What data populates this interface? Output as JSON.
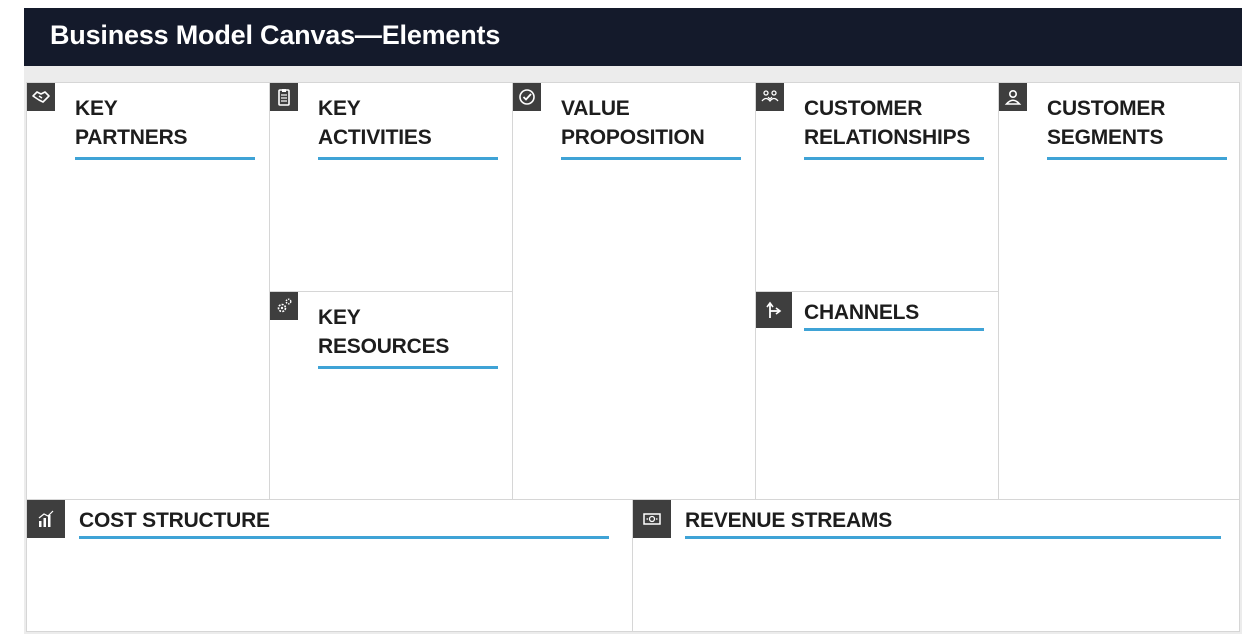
{
  "header": {
    "title": "Business Model Canvas—Elements"
  },
  "canvas": {
    "key_partners": {
      "line1": "KEY",
      "line2": "PARTNERS",
      "icon": "handshake-icon"
    },
    "key_activities": {
      "line1": "KEY",
      "line2": "ACTIVITIES",
      "icon": "clipboard-icon"
    },
    "key_resources": {
      "line1": "KEY",
      "line2": "RESOURCES",
      "icon": "gears-icon"
    },
    "value_proposition": {
      "line1": "VALUE",
      "line2": "PROPOSITION",
      "icon": "checkmark-badge-icon"
    },
    "customer_relationships": {
      "line1": "CUSTOMER",
      "line2": "RELATIONSHIPS",
      "icon": "people-heart-icon"
    },
    "channels": {
      "line1": "CHANNELS",
      "icon": "turn-arrow-icon"
    },
    "customer_segments": {
      "line1": "CUSTOMER",
      "line2": "SEGMENTS",
      "icon": "person-icon"
    },
    "cost_structure": {
      "line1": "COST STRUCTURE",
      "icon": "bar-chart-icon"
    },
    "revenue_streams": {
      "line1": "REVENUE STREAMS",
      "icon": "banknote-icon"
    }
  },
  "colors": {
    "header_bg": "#141a2b",
    "accent": "#3fa3d6",
    "icon_bg": "#3e3e3e"
  }
}
